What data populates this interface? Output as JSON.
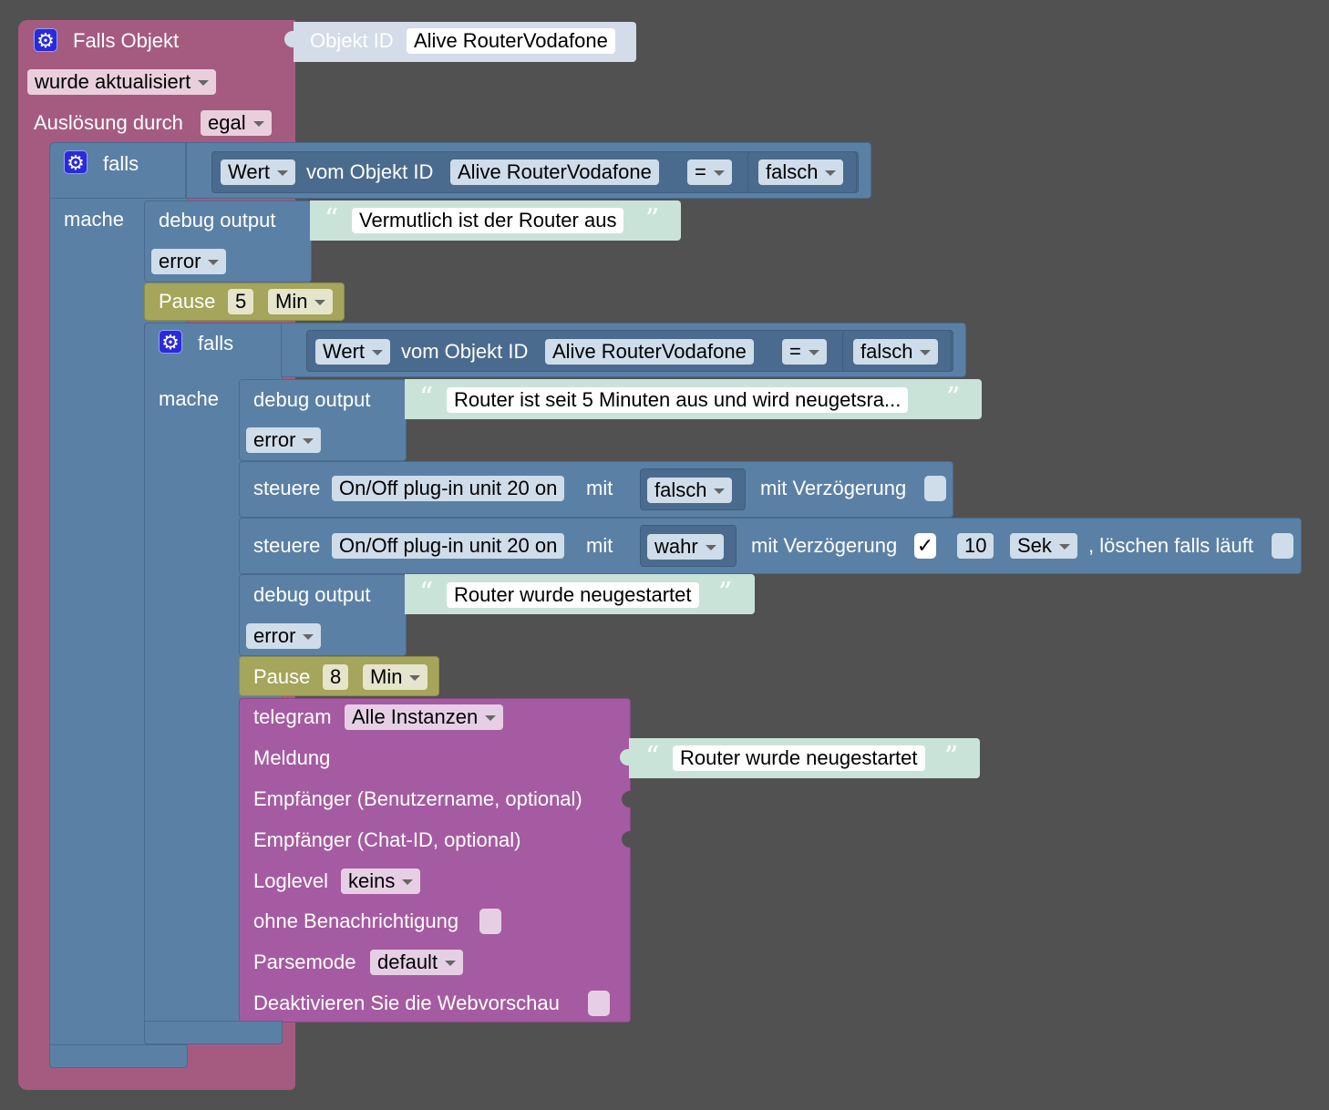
{
  "event_block": {
    "title": "Falls Objekt",
    "mode": "wurde aktualisiert",
    "trigger_label": "Auslösung durch",
    "trigger_value": "egal",
    "object_label": "Objekt ID",
    "object_value": "Alive RouterVodafone"
  },
  "outer_if": {
    "falls": "falls",
    "mache": "mache",
    "cond": {
      "wert": "Wert",
      "vom": "vom Objekt ID",
      "object": "Alive RouterVodafone",
      "op": "=",
      "value": "falsch"
    }
  },
  "debug1": {
    "label": "debug output",
    "text": "Vermutlich ist der Router aus",
    "level": "error"
  },
  "pause1": {
    "label": "Pause",
    "value": "5",
    "unit": "Min"
  },
  "inner_if": {
    "falls": "falls",
    "mache": "mache",
    "cond": {
      "wert": "Wert",
      "vom": "vom Objekt ID",
      "object": "Alive RouterVodafone",
      "op": "=",
      "value": "falsch"
    }
  },
  "debug2": {
    "label": "debug output",
    "text": "Router ist seit 5 Minuten aus und wird neugetsra...",
    "level": "error"
  },
  "control1": {
    "label": "steuere",
    "device": "On/Off plug-in unit 20 on",
    "mit": "mit",
    "value": "falsch",
    "delay_label": "mit Verzögerung"
  },
  "control2": {
    "label": "steuere",
    "device": "On/Off plug-in unit 20 on",
    "mit": "mit",
    "value": "wahr",
    "delay_label": "mit Verzögerung",
    "check": "✓",
    "delay": "10",
    "unit": "Sek",
    "clear_label": ", löschen falls läuft"
  },
  "debug3": {
    "label": "debug output",
    "text": "Router wurde neugestartet",
    "level": "error"
  },
  "pause2": {
    "label": "Pause",
    "value": "8",
    "unit": "Min"
  },
  "telegram": {
    "label": "telegram",
    "instance": "Alle Instanzen",
    "message_label": "Meldung",
    "message": "Router wurde neugestartet",
    "recipient_user": "Empfänger (Benutzername, optional)",
    "recipient_chat": "Empfänger (Chat-ID, optional)",
    "loglevel_label": "Loglevel",
    "loglevel": "keins",
    "silent_label": "ohne Benachrichtigung",
    "parsemode_label": "Parsemode",
    "parsemode": "default",
    "webpreview_label": "Deaktivieren Sie die Webvorschau"
  },
  "colors": {
    "event": "#a55b80",
    "logic": "#5b80a5",
    "pause": "#a5a55b",
    "telegram": "#a55ba1",
    "text": "#c9e3d8",
    "background": "#515151"
  }
}
